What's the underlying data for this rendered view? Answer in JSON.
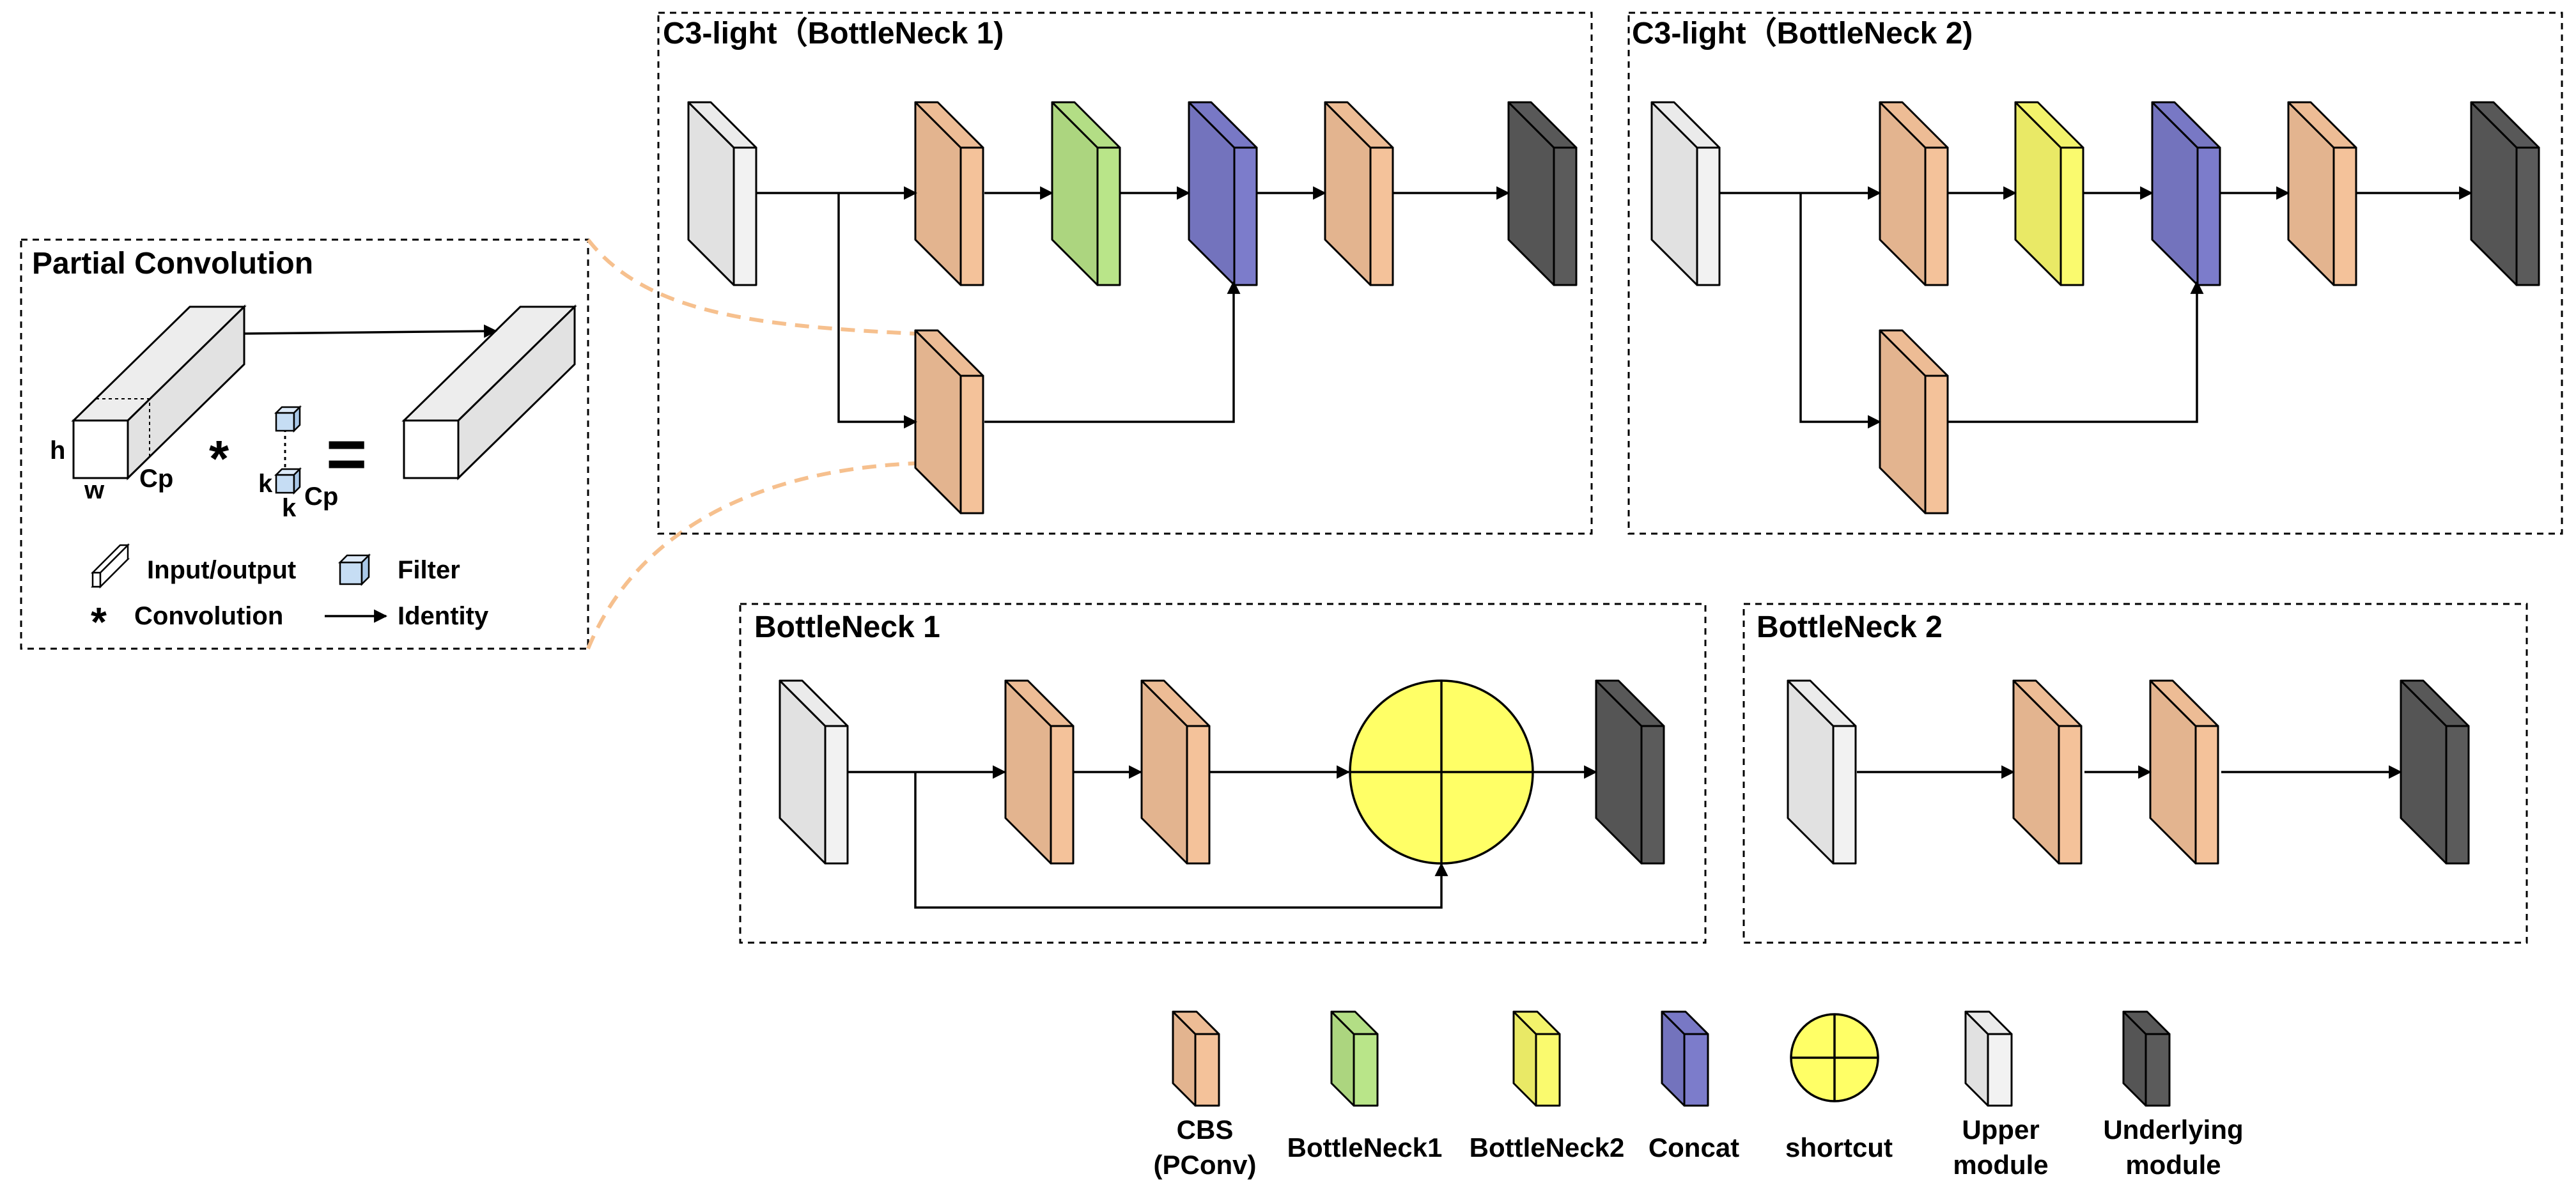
{
  "colors": {
    "cbs": "#F4C29A",
    "bottleneck1": "#B9E589",
    "bottleneck2": "#FAFA6E",
    "concat": "#7C7CCB",
    "shortcut": "#FFFF66",
    "upper": "#F2F2F2",
    "underlying": "#5B5B5B",
    "filter": "#C6DDF4",
    "connector": "#F6C08E"
  },
  "panels": {
    "c3_light_1": {
      "title": "C3-light（BottleNeck 1)"
    },
    "c3_light_2": {
      "title": "C3-light（BottleNeck 2)"
    },
    "bottleneck_1": {
      "title": "BottleNeck 1"
    },
    "bottleneck_2": {
      "title": "BottleNeck 2"
    },
    "partial_conv": {
      "title": "Partial Convolution",
      "dims": {
        "h": "h",
        "w": "w",
        "cp_input": "Cp",
        "k_side": "k",
        "k_bottom": "k",
        "cp_filter": "Cp"
      },
      "legend": {
        "input_output": "Input/output",
        "filter": "Filter",
        "convolution": "Convolution",
        "identity": "Identity"
      },
      "symbols": {
        "convolution": "*",
        "equals": "="
      }
    }
  },
  "legend": {
    "cbs_line1": "CBS",
    "cbs_line2": "(PConv)",
    "bottleneck1": "BottleNeck1",
    "bottleneck2": "BottleNeck2",
    "concat": "Concat",
    "shortcut": "shortcut",
    "upper_line1": "Upper",
    "upper_line2": "module",
    "underlying_line1": "Underlying",
    "underlying_line2": "module"
  }
}
